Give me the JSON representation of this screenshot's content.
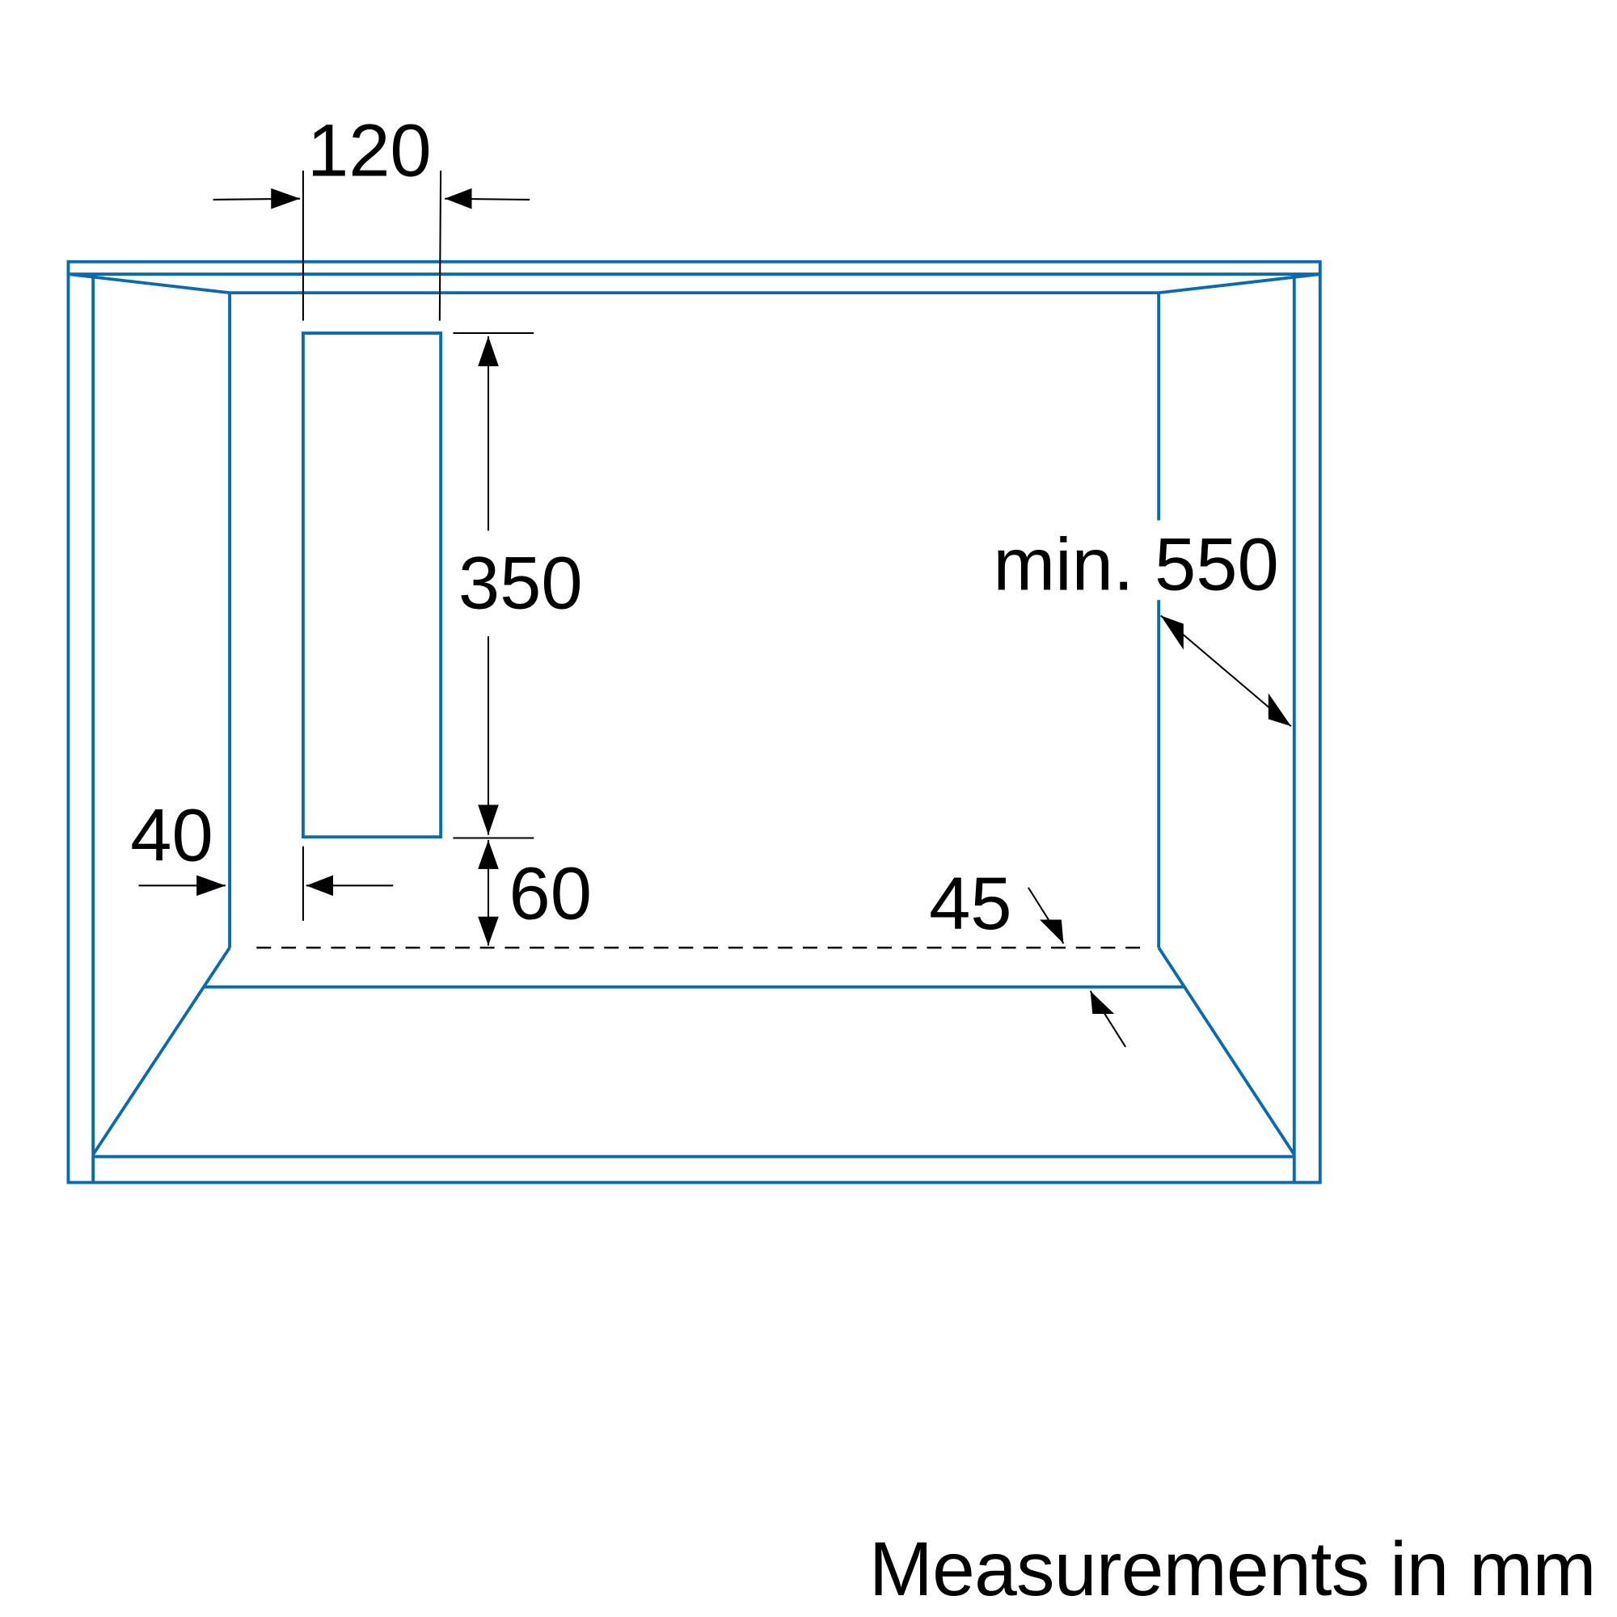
{
  "colors": {
    "outline": "#0a6aad",
    "dimension": "#000000"
  },
  "dimensions": {
    "opening_width": "120",
    "opening_height": "350",
    "bottom_offset": "60",
    "side_offset": "40",
    "depth_offset": "45",
    "min_depth": "min. 550"
  },
  "footer": {
    "note": "Measurements in mm"
  }
}
